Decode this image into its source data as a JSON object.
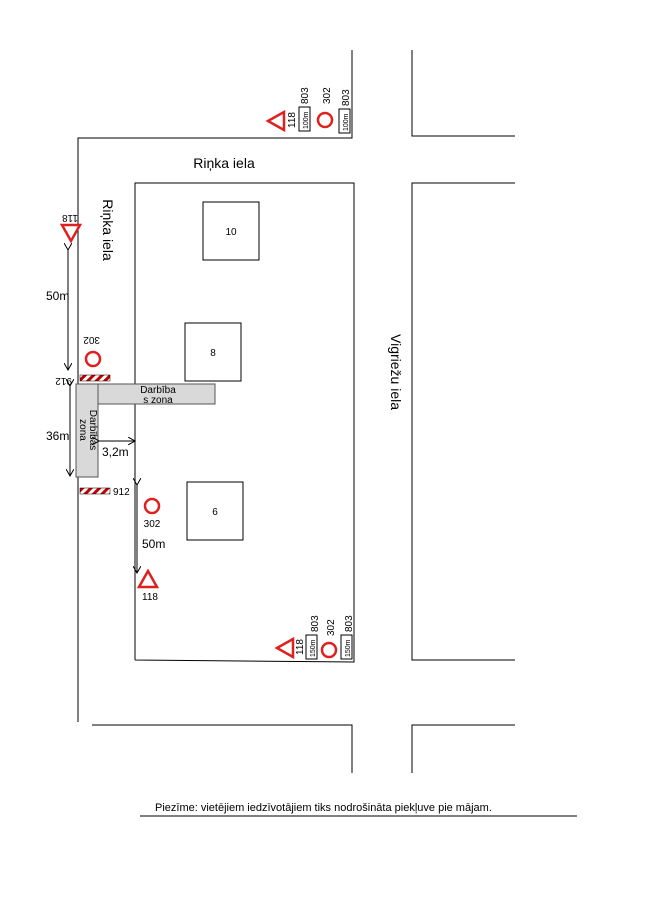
{
  "streets": {
    "top": "Riņka iela",
    "left": "Riņka iela",
    "right": "Vigriežu iela"
  },
  "houses": [
    "10",
    "8",
    "6"
  ],
  "work_zone": {
    "horizontal_line1": "Darbība",
    "horizontal_line2": "s zona",
    "vertical_line1": "Darbības",
    "vertical_line2": "zona"
  },
  "dimensions": {
    "left_upper": "50m",
    "left_zone": "36m",
    "offset": "3,2m",
    "lower": "50m"
  },
  "signs": {
    "warning": "118",
    "no_entry": "302",
    "barrier": "912",
    "plate_code": "803",
    "plate_100": "100m",
    "plate_150": "150m"
  },
  "note": "Piezīme:  vietējiem iedzīvotājiem tiks nodrošināta piekļuve pie mājam.",
  "colors": {
    "sign_red": "#e02020",
    "zone_fill": "#d9d9d9"
  }
}
